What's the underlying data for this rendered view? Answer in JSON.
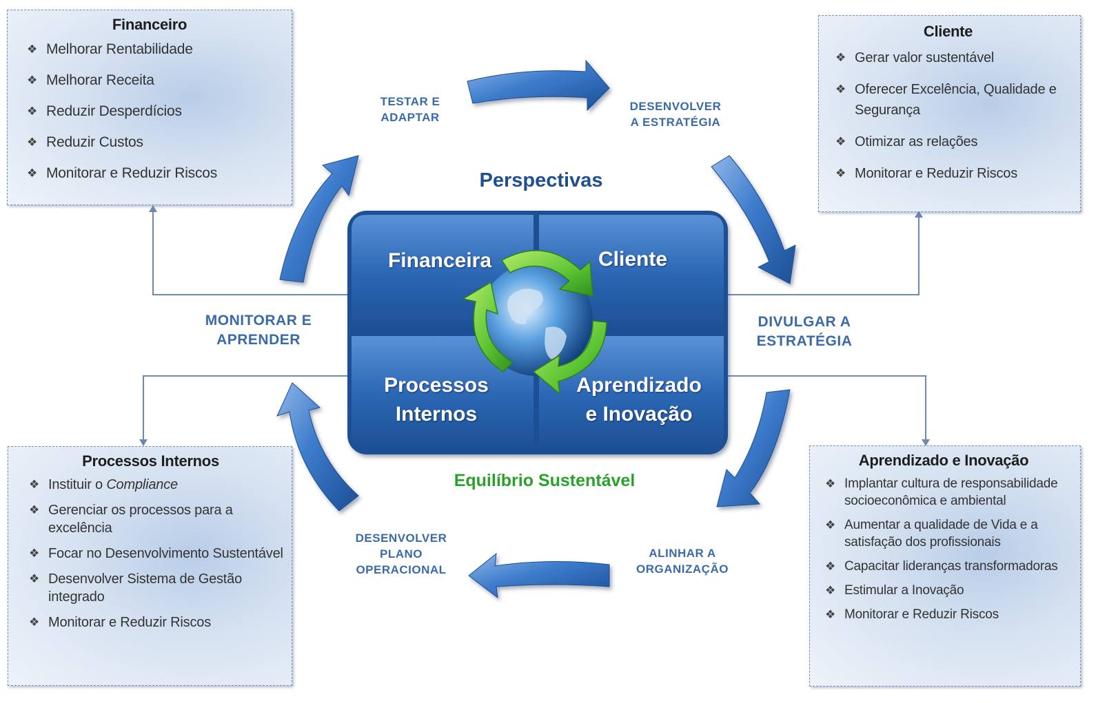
{
  "center": {
    "title_top": "Perspectivas",
    "title_bottom": "Equilíbrio Sustentável",
    "quadrants": {
      "top_left": "Financeira",
      "top_right": "Cliente",
      "bottom_left_1": "Processos",
      "bottom_left_2": "Internos",
      "bottom_right_1": "Aprendizado",
      "bottom_right_2": "e Inovação"
    },
    "globe_icon": "recycle-globe-icon"
  },
  "cycle": {
    "top_left_1": "TESTAR  E",
    "top_left_2": "ADAPTAR",
    "top_right_1": "DESENVOLVER",
    "top_right_2": "A ESTRATÉGIA",
    "left_1": "MONITORAR E",
    "left_2": "APRENDER",
    "right_1": "DIVULGAR  A",
    "right_2": "ESTRATÉGIA",
    "bottom_left_1": "DESENVOLVER",
    "bottom_left_2": "PLANO",
    "bottom_left_3": "OPERACIONAL",
    "bottom_right_1": "ALINHAR  A",
    "bottom_right_2": "ORGANIZAÇÃO"
  },
  "cards": {
    "financeiro": {
      "title": "Financeiro",
      "items": [
        "Melhorar Rentabilidade",
        "Melhorar Receita",
        "Reduzir Desperdícios",
        "Reduzir Custos",
        "Monitorar e Reduzir Riscos"
      ]
    },
    "cliente": {
      "title": "Cliente",
      "items": [
        "Gerar valor sustentável",
        "Oferecer  Excelência, Qualidade e Segurança",
        "Otimizar as relações",
        "Monitorar e Reduzir Riscos"
      ]
    },
    "processos": {
      "title": "Processos Internos",
      "item1_prefix": "Instituir o ",
      "item1_em": "Compliance",
      "items": [
        "Gerenciar os processos para a excelência",
        "Focar no Desenvolvimento Sustentável",
        "Desenvolver Sistema de Gestão integrado",
        "Monitorar e Reduzir Riscos"
      ]
    },
    "aprendizado": {
      "title": "Aprendizado e Inovação",
      "items": [
        "Implantar  cultura de responsabilidade socioeconômica e ambiental",
        "Aumentar a qualidade de Vida e a satisfação dos profissionais",
        "Capacitar lideranças transformadoras",
        "Estimular a Inovação",
        "Monitorar e Reduzir Riscos"
      ]
    }
  },
  "bullet_glyph": "❖",
  "colors": {
    "arrow_blue": "#2f6fc0",
    "quad_blue": "#2a64b0",
    "title_blue": "#1f4f8f",
    "label_blue": "#3a6aa8",
    "green": "#2aa12a"
  }
}
